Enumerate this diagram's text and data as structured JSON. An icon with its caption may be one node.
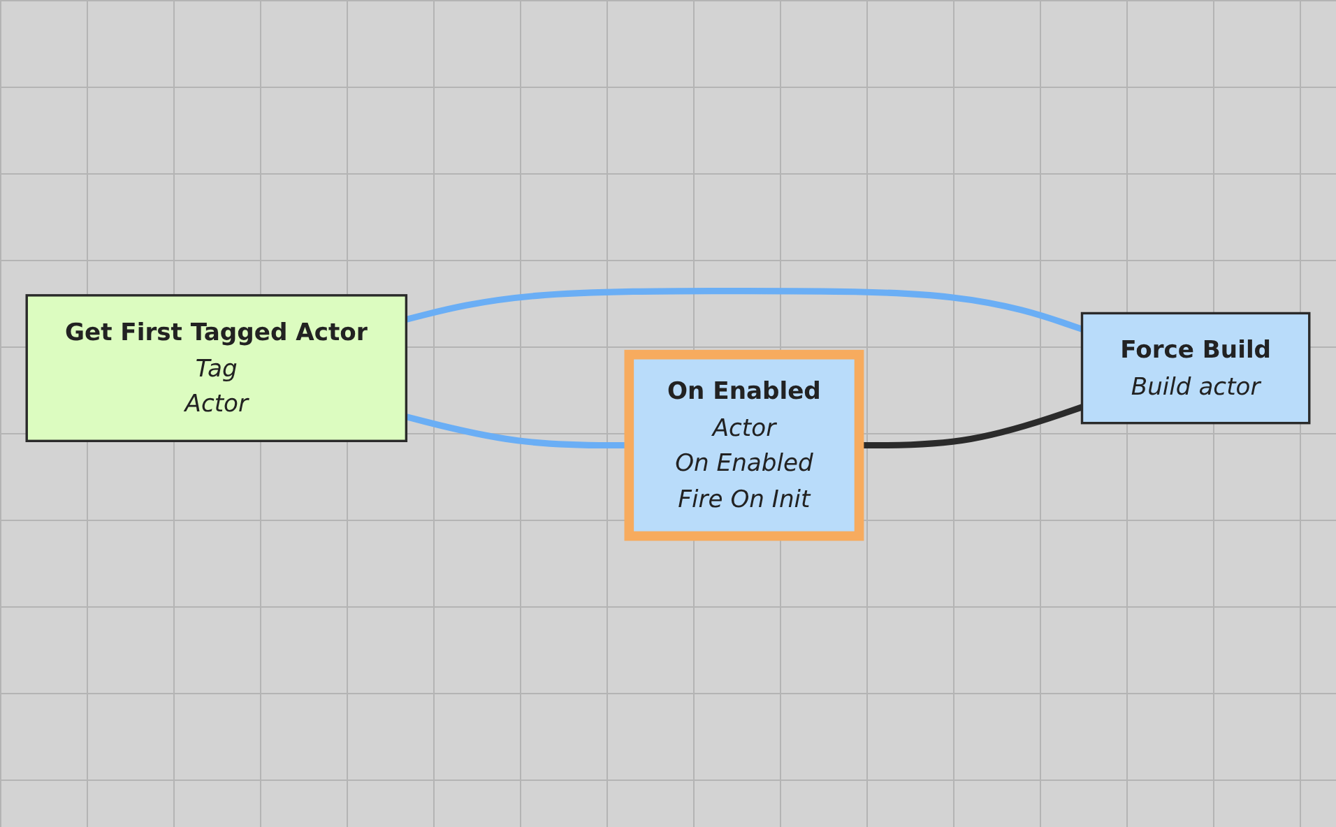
{
  "diagram": {
    "nodes": [
      {
        "text": [
          "Get First Tagged Actor",
          "Tag",
          "Actor"
        ]
      },
      {
        "text": [
          "On Enabled",
          "Actor",
          "On Enabled",
          "Fire On Init"
        ]
      },
      {
        "text": [
          "Force Build",
          "Build actor"
        ]
      }
    ],
    "edges": [
      {
        "from": 0,
        "to": 1,
        "arrow": "none"
      },
      {
        "from": 0,
        "to": 2,
        "arrow": "none"
      },
      {
        "from": 1,
        "to": 2,
        "arrow": "none",
        "color": "#2b2b2b"
      }
    ]
  }
}
